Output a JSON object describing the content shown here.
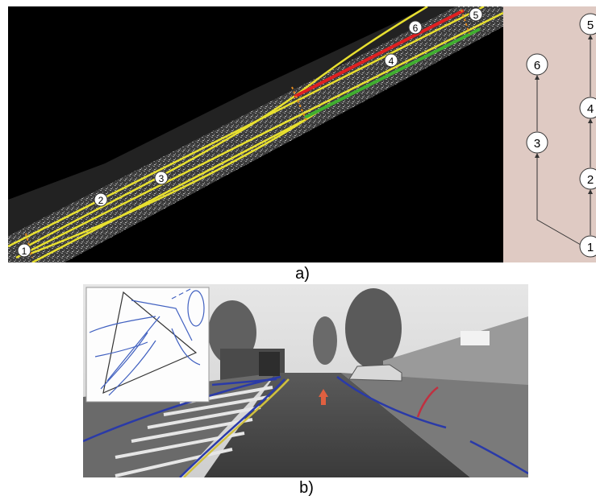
{
  "figure_a": {
    "caption": "a)",
    "map_waypoints": [
      {
        "id": "1",
        "label": "1"
      },
      {
        "id": "2",
        "label": "2"
      },
      {
        "id": "3",
        "label": "3"
      },
      {
        "id": "4",
        "label": "4"
      },
      {
        "id": "5",
        "label": "5"
      },
      {
        "id": "6",
        "label": "6"
      }
    ],
    "graph_nodes": [
      {
        "id": "1",
        "label": "1"
      },
      {
        "id": "2",
        "label": "2"
      },
      {
        "id": "3",
        "label": "3"
      },
      {
        "id": "4",
        "label": "4"
      },
      {
        "id": "5",
        "label": "5"
      },
      {
        "id": "6",
        "label": "6"
      }
    ],
    "graph_edges": [
      [
        "1",
        "2"
      ],
      [
        "2",
        "4"
      ],
      [
        "4",
        "5"
      ],
      [
        "1",
        "3"
      ],
      [
        "3",
        "6"
      ]
    ],
    "colors": {
      "lane_yellow": "#e8e030",
      "lane_red": "#e02020",
      "lane_green": "#40b030",
      "graph_bg": "#dfcac3",
      "map_bg": "#000000"
    }
  },
  "figure_b": {
    "caption": "b)",
    "sign_text": "",
    "colors": {
      "lane_blue": "#2a3aa8",
      "inset_line": "#4060c0"
    }
  }
}
